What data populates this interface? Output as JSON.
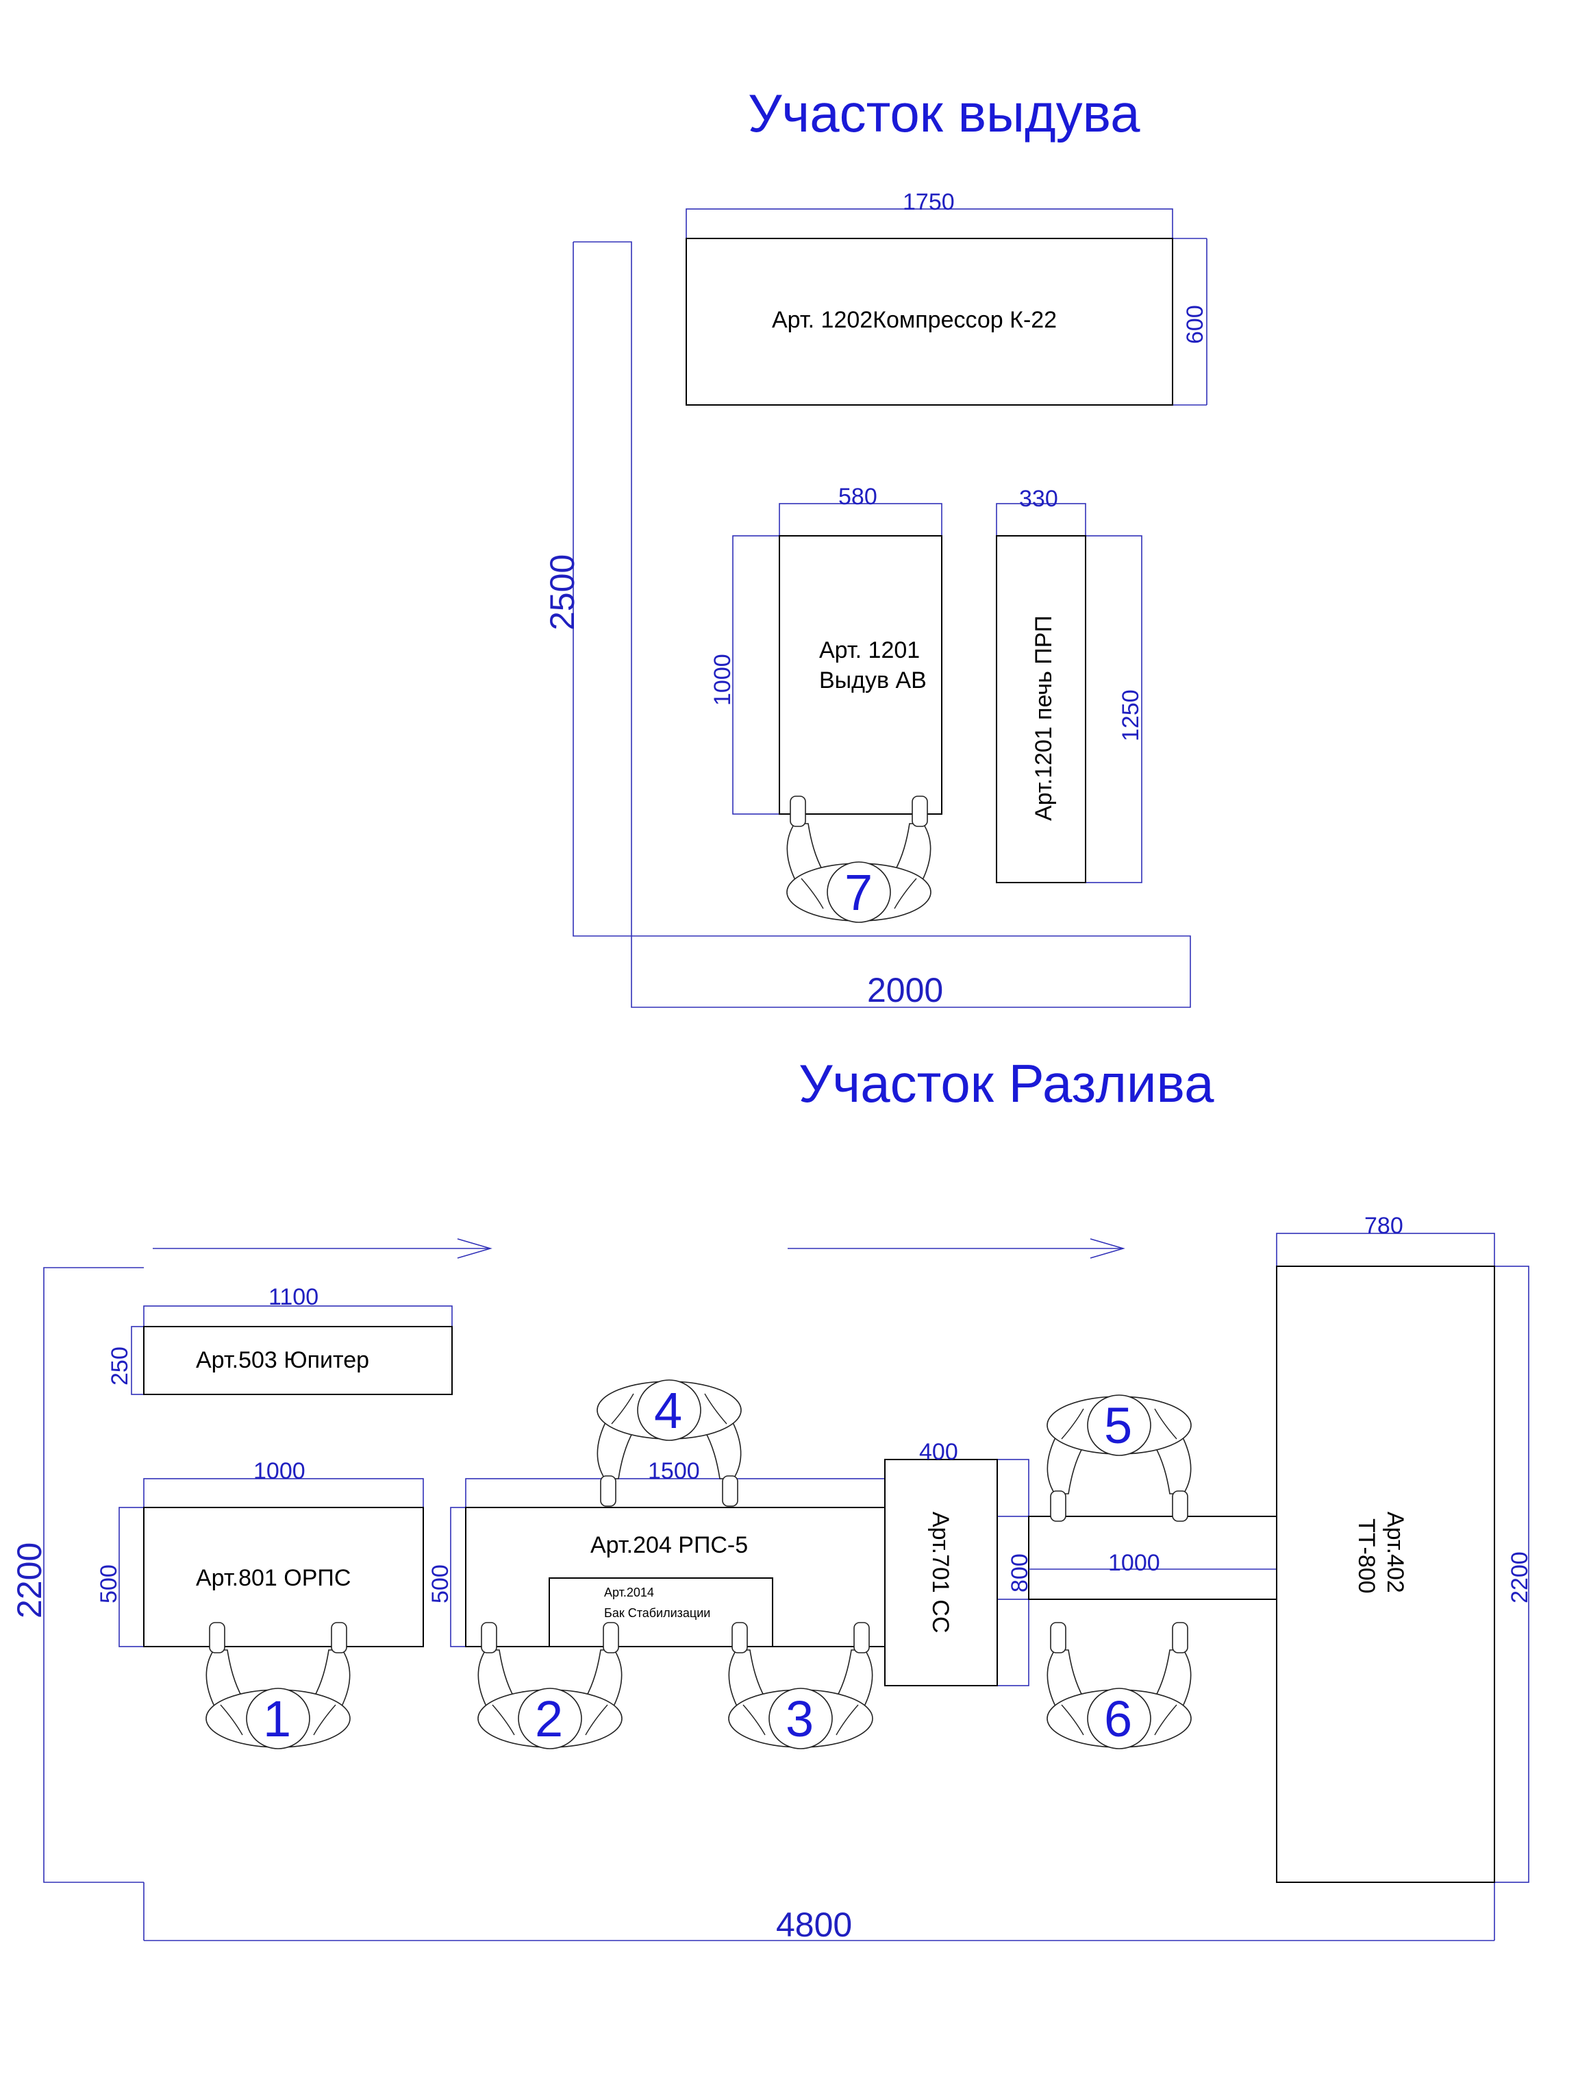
{
  "blow_section": {
    "title": "Участок выдува",
    "dims": {
      "compressor_width": "1750",
      "compressor_depth": "600",
      "blow_width": "580",
      "blow_depth": "1000",
      "oven_width": "330",
      "oven_depth": "1250",
      "room_depth": "2500",
      "room_width": "2000"
    },
    "equipment": {
      "compressor": "Арт. 1202Компрессор К-22",
      "blow_line1": "Арт. 1201",
      "blow_line2": "Выдув АВ",
      "oven": "Арт.1201 печь ПРП"
    },
    "workers": [
      "7"
    ]
  },
  "fill_section": {
    "title": "Участок Разлива",
    "dims": {
      "jupiter_width": "1100",
      "jupiter_depth": "250",
      "orps_width": "1000",
      "orps_depth": "500",
      "rps_width": "1500",
      "rps_depth": "500",
      "cc_width": "400",
      "cc_depth": "800",
      "conveyor_length": "1000",
      "tt_width": "780",
      "tt_depth": "2200",
      "room_depth": "2200",
      "room_width": "4800"
    },
    "equipment": {
      "jupiter": "Арт.503 Юпитер",
      "orps": "Арт.801 ОРПС",
      "rps": "Арт.204 РПС-5",
      "tank_line1": "Арт.2014",
      "tank_line2": "Бак Стабилизации",
      "cc": "Арт.701 СС",
      "tt_line1": "Арт.402",
      "tt_line2": "ТТ-800"
    },
    "workers": [
      "1",
      "2",
      "3",
      "4",
      "5",
      "6"
    ]
  },
  "colors": {
    "title": "#1a1ad6",
    "dimension": "#2020c0",
    "outline": "#000000"
  }
}
